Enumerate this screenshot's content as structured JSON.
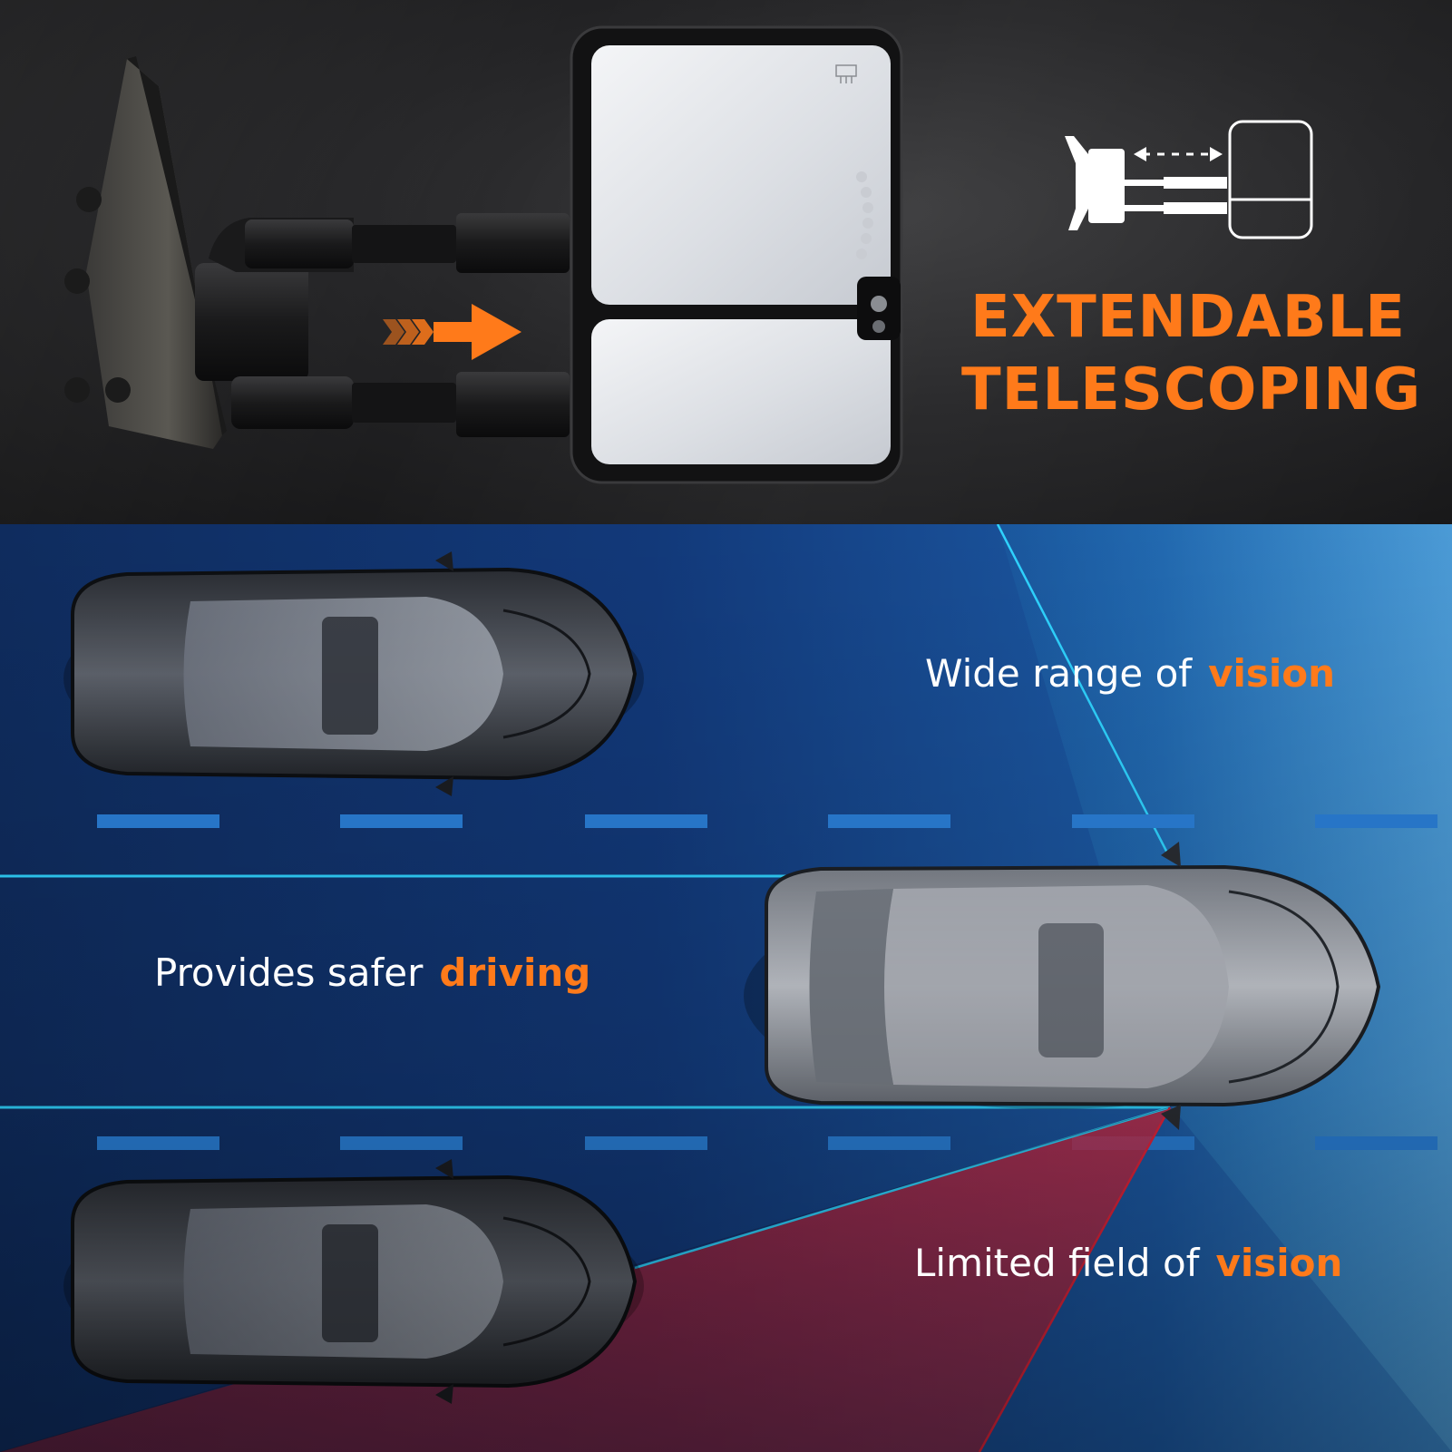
{
  "headline": {
    "line1": "EXTENDABLE",
    "line2": "TELESCOPING"
  },
  "captions": {
    "wide": {
      "text": "Wide range of",
      "accent": "vision"
    },
    "safer": {
      "text": "Provides safer",
      "accent": "driving"
    },
    "limited": {
      "text": "Limited field of",
      "accent": "vision"
    }
  },
  "icons": {
    "extend_arrow": "arrow-right-icon",
    "defrost": "heated-glass-icon",
    "diagram": "telescoping-mirror-diagram-icon"
  },
  "colors": {
    "accent": "#ff7a1a",
    "top_background": "#242426",
    "road_background": "#12397a",
    "wide_vision_beam": "#2fd3ff",
    "limited_vision_beam": "#e0243a",
    "lane_marking": "#2a7fd8"
  }
}
